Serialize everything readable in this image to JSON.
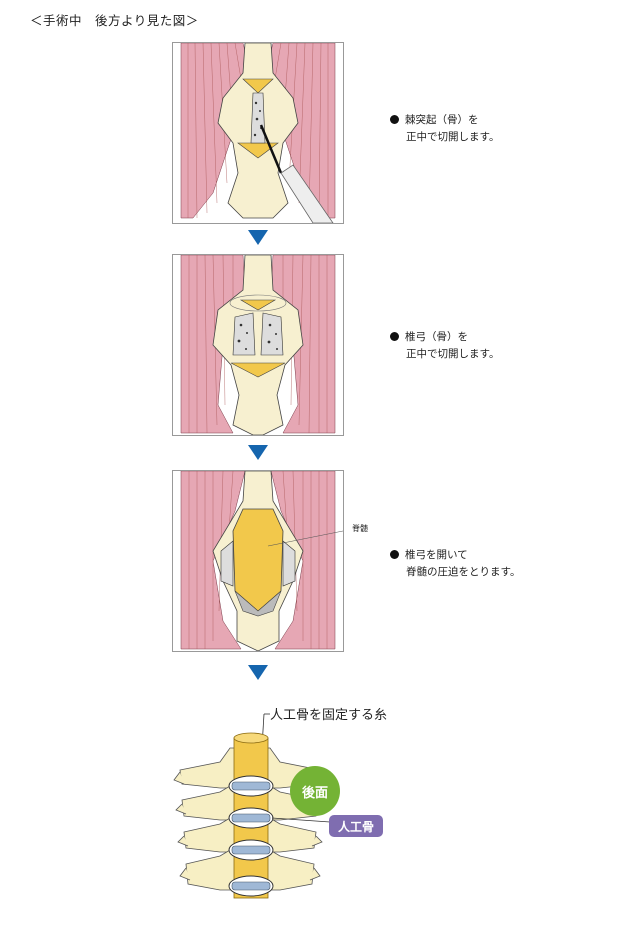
{
  "header": {
    "title": "＜手術中　後方より見た図＞"
  },
  "steps": [
    {
      "line1": "棘突起（骨）を",
      "line2": "正中で切開します。"
    },
    {
      "line1": "椎弓（骨）を",
      "line2": "正中で切開します。"
    },
    {
      "line1": "椎弓を開いて",
      "line2": "脊髄の圧迫をとります。"
    }
  ],
  "labels": {
    "spinal_cord": "脊髄",
    "thread": "人工骨を固定する糸",
    "posterior": "後面",
    "artificial_bone": "人工骨"
  },
  "colors": {
    "muscle": "#e6a7b4",
    "bone": "#f7f0d0",
    "cut_bone": "#f2c84b",
    "arrow": "#1565ae",
    "posterior_badge": "#74b335",
    "implant_badge": "#7f6db0"
  },
  "icons": [
    "down-triangle-arrow-icon",
    "bullet-dot-icon",
    "scalpel-icon"
  ]
}
